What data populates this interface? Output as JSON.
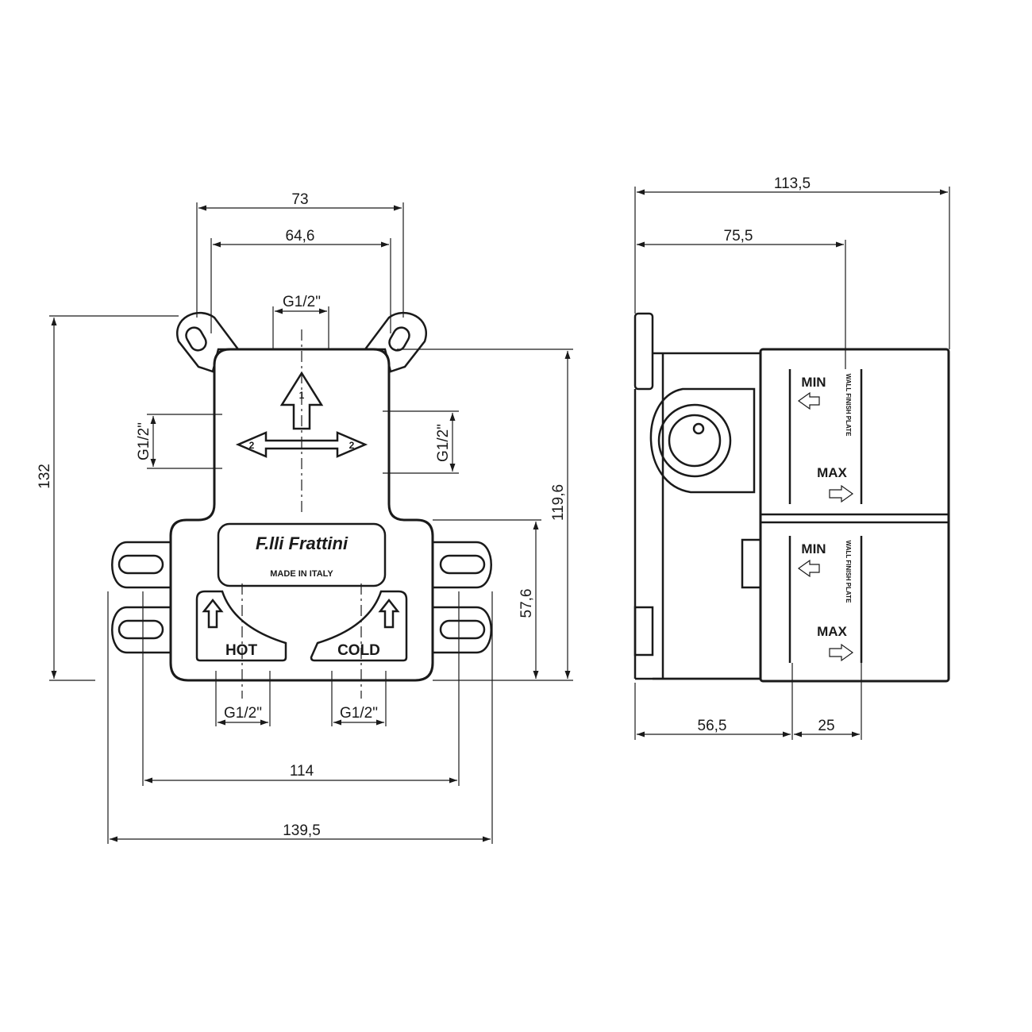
{
  "front_view": {
    "dimensions": {
      "width_top_outer": "73",
      "width_top_inner": "64,6",
      "thread_top": "G1/2\"",
      "thread_left": "G1/2\"",
      "thread_right": "G1/2\"",
      "height_total": "132",
      "height_body": "119,6",
      "height_lower": "57,6",
      "thread_bottom_hot": "G1/2\"",
      "thread_bottom_cold": "G1/2\"",
      "width_fixing": "114",
      "width_total": "139,5"
    },
    "labels": {
      "brand": "F.lli Frattini",
      "made_in": "MADE IN ITALY",
      "hot": "HOT",
      "cold": "COLD",
      "arrow_num_up": "1",
      "arrow_num_left": "2",
      "arrow_num_right": "2"
    }
  },
  "side_view": {
    "dimensions": {
      "depth_total": "113,5",
      "depth_mark": "75,5",
      "depth_body": "56,5",
      "depth_cover": "25"
    },
    "labels": {
      "min_top": "MIN",
      "max_top": "MAX",
      "min_bottom": "MIN",
      "max_bottom": "MAX",
      "wall_text_top": "WALL FINISH PLATE",
      "wall_text_bottom": "WALL FINISH PLATE"
    }
  },
  "colors": {
    "line": "#1a1a1a",
    "background": "#ffffff"
  }
}
